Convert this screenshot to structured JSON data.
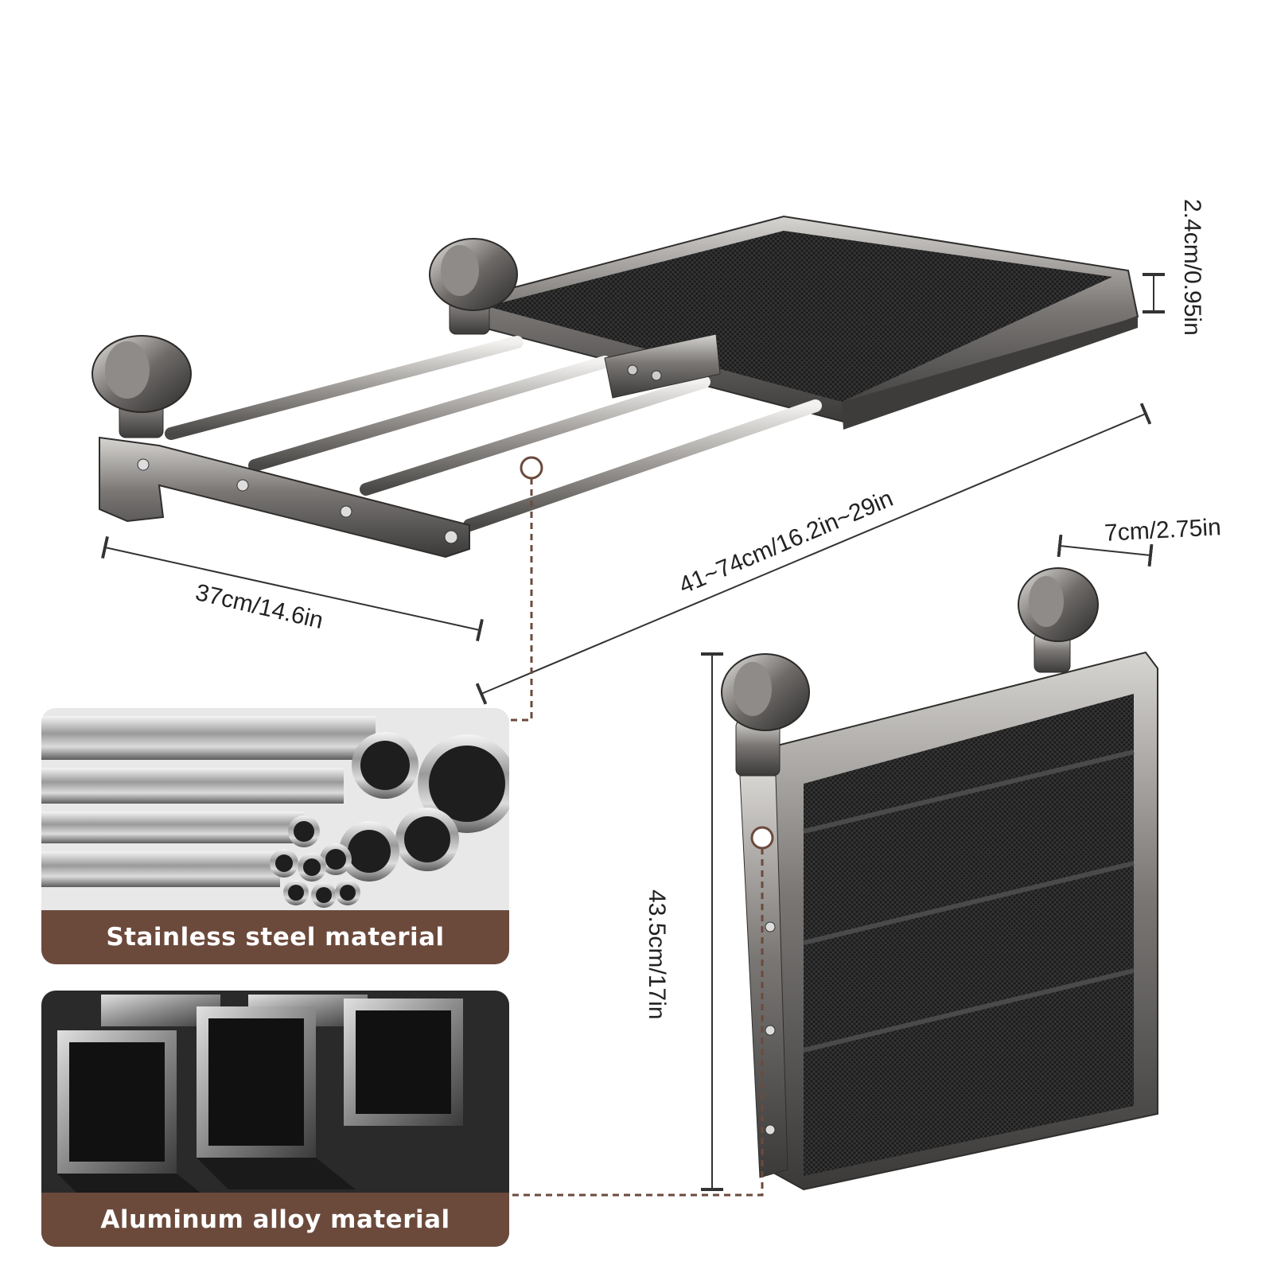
{
  "dimensions": {
    "width": "37cm/14.6in",
    "extend_length": "41~74cm/16.2in~29in",
    "depth": "7cm/2.75in",
    "tray_height": "2.4cm/0.95in",
    "folded_height": "43.5cm/17in"
  },
  "materials": [
    {
      "label": "Stainless steel material",
      "icon": "steel-tubes-icon"
    },
    {
      "label": "Aluminum alloy material",
      "icon": "aluminum-profiles-icon"
    }
  ],
  "colors": {
    "metal_dark": "#4a4848",
    "metal_light": "#b8b6b3",
    "mesh": "#1f1f1f",
    "caption_bg": "#6b4a3c",
    "callout": "#6b4a3c",
    "dimension_line": "#333333"
  }
}
